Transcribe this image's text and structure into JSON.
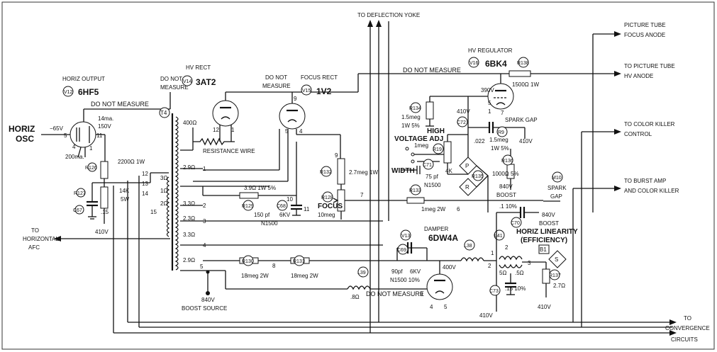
{
  "labels": {
    "deflection_yoke": "TO DEFLECTION YOKE",
    "pt_focus_1": "PICTURE TUBE",
    "pt_focus_2": "FOCUS ANODE",
    "pt_hv_1": "TO PICTURE TUBE",
    "pt_hv_2": "HV ANODE",
    "color_killer_1": "TO COLOR KILLER",
    "color_killer_2": "CONTROL",
    "burst_amp_1": "TO BURST AMP",
    "burst_amp_2": "AND COLOR KILLER",
    "horiz_afc_1": "TO",
    "horiz_afc_2": "HORIZONTAL",
    "horiz_afc_3": "AFC",
    "convergence_1": "TO",
    "convergence_2": "CONVERGENCE",
    "convergence_3": "CIRCUITS",
    "horiz_osc_1": "HORIZ",
    "horiz_osc_2": "OSC",
    "boost_source": "BOOST SOURCE",
    "boost_840": "840V",
    "do_not_measure": "DO NOT MEASURE",
    "do_not": "DO NOT",
    "measure": "MEASURE",
    "resistance_wire": "RESISTANCE WIRE",
    "voltage_adj_1": "HIGH",
    "voltage_adj_2": "VOLTAGE ADJ",
    "width": "WIDTH",
    "focus": "FOCUS",
    "spark_gap": "SPARK GAP",
    "spark": "SPARK",
    "gap": "GAP",
    "horiz_lin_1": "HORIZ LINEARITY",
    "horiz_lin_2": "(EFFICIENCY)",
    "boost_840v_1": "840V",
    "boost_840v_2": "BOOST"
  },
  "tubes": {
    "horiz_output": {
      "ref": "V12",
      "title": "HORIZ OUTPUT",
      "type": "6HF5"
    },
    "hv_rect": {
      "ref": "V14",
      "title": "HV RECT",
      "type": "3AT2"
    },
    "focus_rect": {
      "ref": "V15",
      "title": "FOCUS RECT",
      "type": "1V2"
    },
    "hv_regulator": {
      "ref": "V16",
      "title": "HV REGULATOR",
      "type": "6BK4"
    },
    "damper": {
      "ref": "V13",
      "title": "DAMPER",
      "type": "6DW4A"
    }
  },
  "components": {
    "t4": "T4",
    "r126": "R126",
    "r126_v": "2200Ω 1W",
    "r127": "R127",
    "r127_v1": "14K",
    "r127_v2": "5W",
    "c67": "C67",
    "c67_v": ".15",
    "r129": "R129",
    "r129_v": "3.9Ω 1W 5%",
    "c68": "C68",
    "c68_v1": "150 pf",
    "c68_v2": "6KV",
    "c68_v3": "N1500",
    "r130": "R130",
    "r130_v": "18meg 2W",
    "r131": "R131",
    "r131_v": "18meg 2W",
    "r132": "R132",
    "r132_v": "2.7meg 1W",
    "r128": "R128",
    "r128_v": "10meg",
    "r134": "R134",
    "r134_v1": "1.5meg",
    "r134_v2": "1W 5%",
    "r138": "R138",
    "r138_v": "1500Ω 1W",
    "c72": "C72",
    "c72_v": ".022",
    "r19": "R19",
    "r19_v": "4K",
    "r19b": "R9",
    "r19b_v1": "1.5meg",
    "r19b_v2": "1W 5%",
    "c71": "C71",
    "c71_v1": "75 pf",
    "c71_v2": "N1500",
    "r135": "R135",
    "r136": "R136",
    "r136_v": "1000Ω 5%",
    "r133": "R133",
    "r133_v": "1meg 2W",
    "r1meg": "1meg",
    "m10": "M10",
    "c69": "C69",
    "c69_v1": "90pf",
    "c69_v2": "6KV",
    "c69_v3": "N1500 10%",
    "l38": "L38",
    "l39": "L39",
    "l39_v": ".8Ω",
    "l41": "L41",
    "l41_v1": "5Ω",
    "l41_v2": ".5Ω",
    "c70": "C70",
    "c70_v": ".1 10%",
    "c73": "C73",
    "c73_v": ".15 10%",
    "r137": "R137",
    "r137_v": "2.7Ω",
    "b1": "B1",
    "p": "P",
    "r": "R",
    "s": "S"
  },
  "voltages": {
    "v_65": "−65V",
    "v_150": "150V",
    "v_14ma": "14ma.",
    "v_200ma": "200ma.",
    "v_410_a": "410V",
    "v_410_b": "410V",
    "v_410_c": "410V",
    "v_410_d": "410V",
    "v_410_e": "410V",
    "v_390": "390V",
    "v_400": "400V",
    "v_840": "840V"
  },
  "windings": {
    "w400": "400Ω",
    "w29a": "2.9Ω",
    "w3a": "3Ω",
    "w1a": "1Ω",
    "w2a": "2Ω",
    "w33a": "3.3Ω",
    "w23": "2.3Ω",
    "w33b": "3.3Ω",
    "w29b": "2.9Ω"
  },
  "pins": {
    "p1": "1",
    "p2": "2",
    "p3": "3",
    "p4": "4",
    "p5": "5",
    "p6": "6",
    "p7": "7",
    "p8": "8",
    "p9": "9",
    "p10": "10",
    "p11": "11",
    "p12": "12",
    "p13": "13",
    "p14": "14",
    "p15": "15"
  }
}
